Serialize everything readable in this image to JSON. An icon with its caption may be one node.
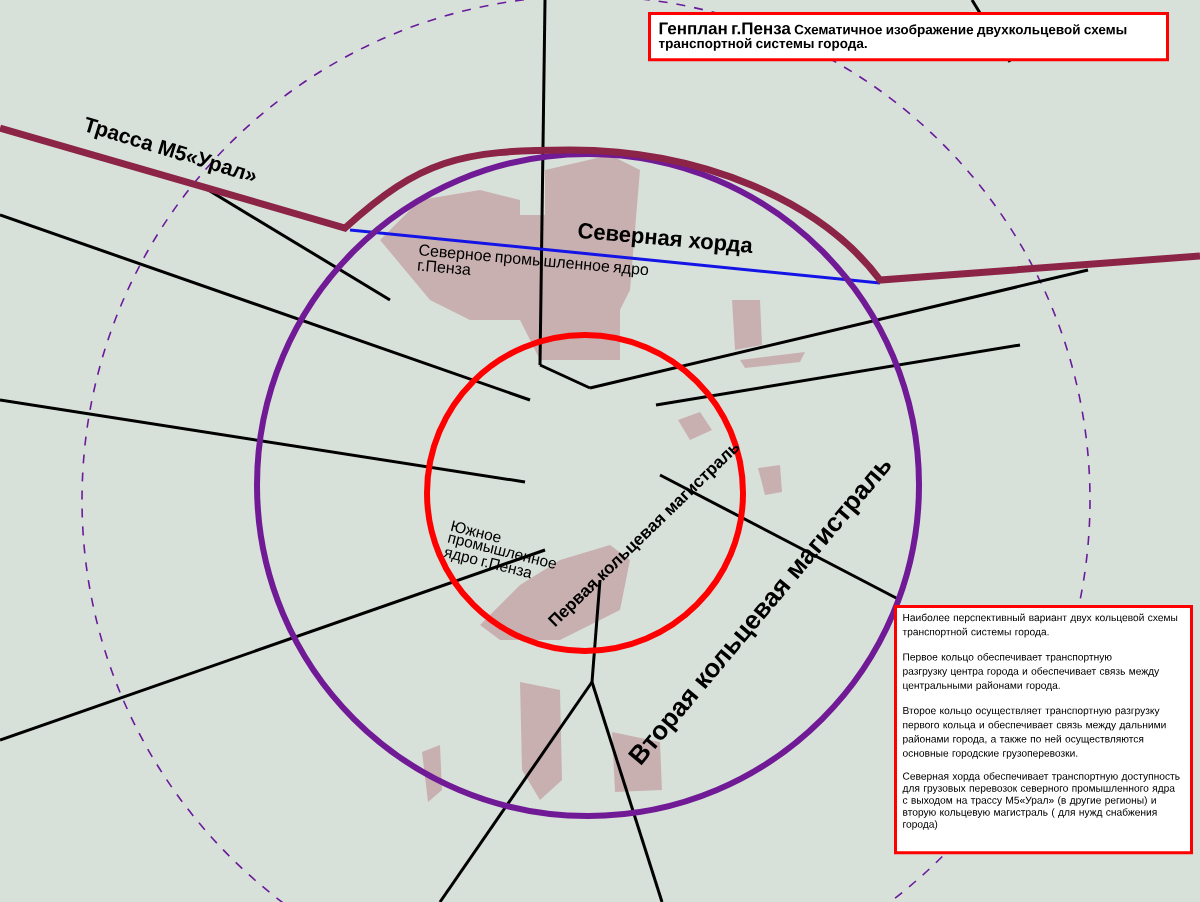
{
  "diagram": {
    "nodes": [
      {
        "text": [
          "Генплан г.Пенза",
          "Схематичное изображение двухкольцевой схемы  транспортной системы города."
        ]
      },
      {
        "text": [
          "Наиболее перспективный вариант двух кольцевой схемы транспортной системы города.",
          "Первое кольцо обеспечивает транспортную разгрузку центра города и обеспечивает  связь между центральными районами города.",
          "Второе кольцо осуществляет транспортную разгрузку первого кольца и  обеспечивает  связь между дальними районами города, а также по ней осуществляются основные городские грузоперевозки.",
          "Северная хорда обеспечивает транспортную доступность для грузовых перевозок северного промышленного ядра с выходом на трассу М5«Урал» (в другие регионы) и вторую кольцевую магистраль ( для нужд  снабжения города)"
        ]
      }
    ],
    "labels": [
      "Трасса М5«Урал»",
      "Северная хорда",
      "Северное промышленное ядро  г.Пенза",
      "Первая кольцевая магистраль",
      "Южное промышленное ядро  г.Пенза",
      "Вторая кольцевая магистраль"
    ]
  }
}
